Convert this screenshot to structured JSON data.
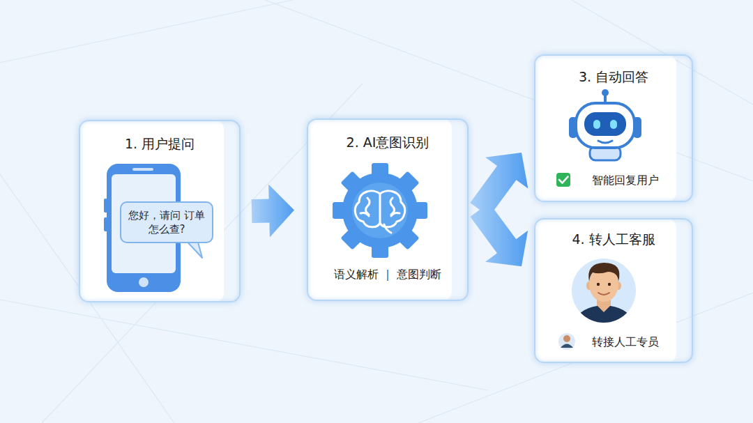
{
  "diagram": {
    "nodes": [
      {
        "text": [
          "1. 用户提问"
        ]
      },
      {
        "text": [
          "您好，请问 订单怎么查?"
        ],
        "in": 0
      },
      {
        "text": [
          "2. AI意图识别",
          "语义解析 ｜ 意图判断"
        ]
      },
      {
        "text": [
          "3. 自动回答",
          "智能回复用户"
        ]
      },
      {
        "text": [
          "4. 转人工客服",
          "转接人工专员"
        ]
      }
    ],
    "edges": [
      {
        "from": 0,
        "to": 2,
        "arrow": "to"
      },
      {
        "from": 2,
        "to": 3,
        "arrow": "to"
      },
      {
        "from": 2,
        "to": 4,
        "arrow": "to"
      }
    ]
  }
}
